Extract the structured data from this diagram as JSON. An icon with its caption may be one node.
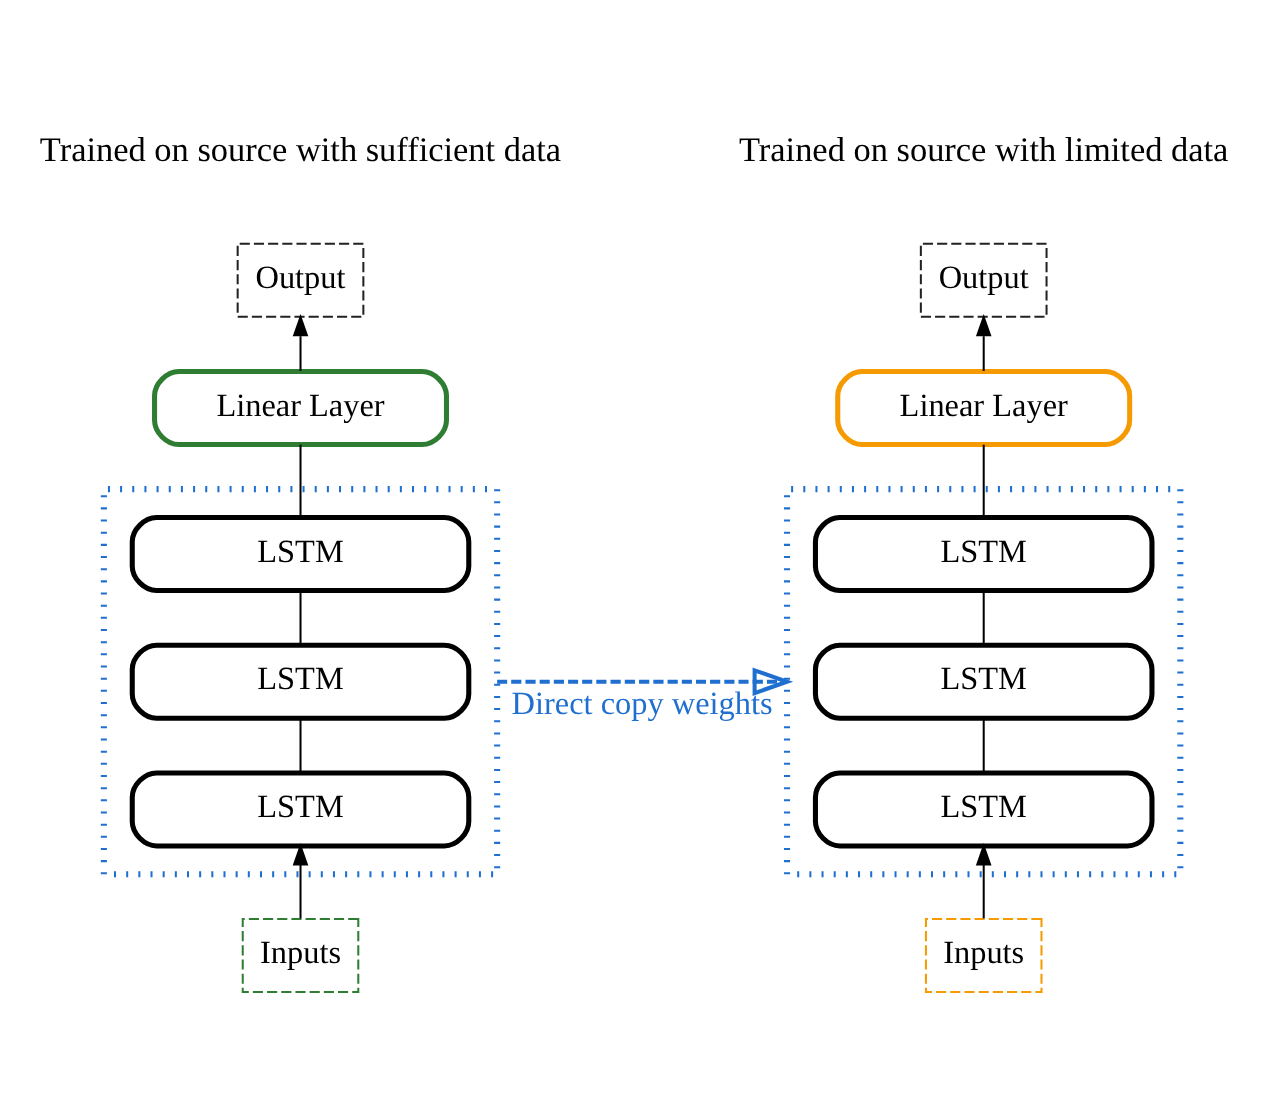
{
  "diagram": {
    "nodes": [
      {
        "text": [
          "Output"
        ]
      },
      {
        "text": [
          "Linear Layer"
        ]
      },
      {
        "text": [],
        "shape": "box"
      },
      {
        "text": [
          "LSTM"
        ],
        "in": 2
      },
      {
        "text": [
          "LSTM"
        ],
        "in": 2
      },
      {
        "text": [
          "LSTM"
        ],
        "in": 2
      },
      {
        "text": [
          "Inputs"
        ]
      },
      {
        "text": [
          "Output"
        ]
      },
      {
        "text": [
          "Linear Layer"
        ]
      },
      {
        "text": [],
        "shape": "box"
      },
      {
        "text": [
          "LSTM"
        ],
        "in": 9
      },
      {
        "text": [
          "LSTM"
        ],
        "in": 9
      },
      {
        "text": [
          "LSTM"
        ],
        "in": 9
      },
      {
        "text": [
          "Inputs"
        ]
      }
    ],
    "edges": [
      {
        "from": 6,
        "to": 5,
        "arrow": "to"
      },
      {
        "from": 5,
        "to": 4,
        "arrow": "none"
      },
      {
        "from": 4,
        "to": 3,
        "arrow": "none"
      },
      {
        "from": 3,
        "to": 1,
        "arrow": "none"
      },
      {
        "from": 1,
        "to": 0,
        "arrow": "to"
      },
      {
        "from": 13,
        "to": 12,
        "arrow": "to"
      },
      {
        "from": 12,
        "to": 11,
        "arrow": "none"
      },
      {
        "from": 11,
        "to": 10,
        "arrow": "none"
      },
      {
        "from": 10,
        "to": 8,
        "arrow": "none"
      },
      {
        "from": 8,
        "to": 7,
        "arrow": "to"
      },
      {
        "from": 2,
        "to": 9,
        "arrow": "to",
        "label": "Direct copy weights",
        "style": "dashed",
        "color": "#1f6fd0"
      }
    ],
    "labels": [
      "Trained on source with sufficient data",
      "Trained on source with limited data"
    ]
  }
}
